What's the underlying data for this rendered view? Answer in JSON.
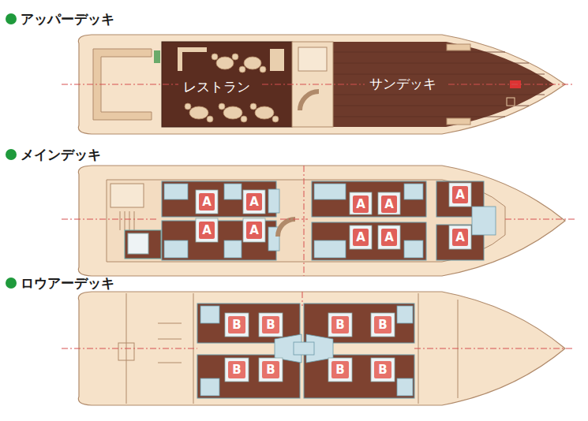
{
  "diagram": {
    "nodes": [
      {
        "text": [
          "A"
        ]
      },
      {
        "text": [
          "A"
        ]
      },
      {
        "text": [
          "A"
        ]
      },
      {
        "text": [
          "A"
        ]
      },
      {
        "text": [
          "A"
        ]
      },
      {
        "text": [
          "A"
        ]
      },
      {
        "text": [
          "A"
        ]
      },
      {
        "text": [
          "A"
        ]
      },
      {
        "text": [
          "A"
        ]
      },
      {
        "text": [
          "A"
        ]
      },
      {
        "text": [
          "B"
        ]
      },
      {
        "text": [
          "B"
        ]
      },
      {
        "text": [
          "B"
        ]
      },
      {
        "text": [
          "B"
        ]
      },
      {
        "text": [
          "B"
        ]
      },
      {
        "text": [
          "B"
        ]
      },
      {
        "text": [
          "B"
        ]
      },
      {
        "text": [
          "B"
        ]
      }
    ],
    "labels": [
      "アッパーデッキ",
      "レストラン",
      "サンデッキ",
      "メインデッキ",
      "ロウアーデッキ"
    ]
  }
}
